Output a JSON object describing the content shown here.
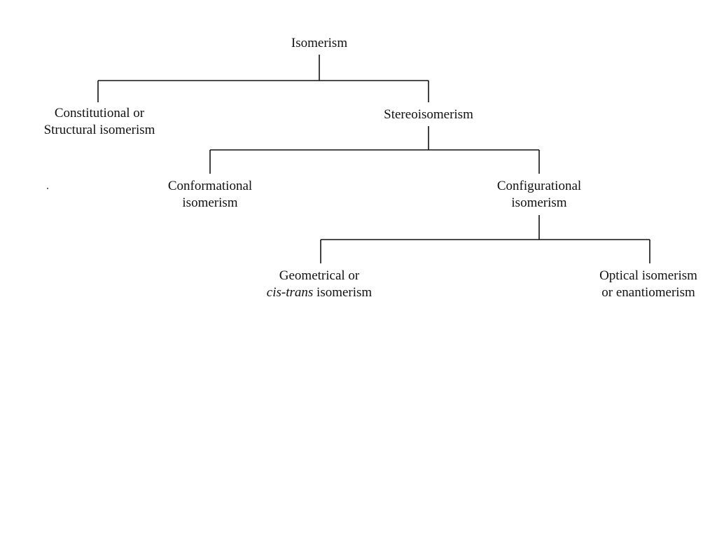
{
  "diagram": {
    "root": {
      "label": "Isomerism"
    },
    "constitutional": {
      "line1": "Constitutional or",
      "line2": "Structural isomerism"
    },
    "stereo": {
      "label": "Stereoisomerism"
    },
    "conformational": {
      "line1": "Conformational",
      "line2": "isomerism"
    },
    "configurational": {
      "line1": "Configurational",
      "line2": "isomerism"
    },
    "geometrical": {
      "line1": "Geometrical or",
      "line2_italic": "cis-trans",
      "line2_rest": " isomerism"
    },
    "optical": {
      "line1": "Optical isomerism",
      "line2": "or enantiomerism"
    }
  },
  "colors": {
    "line": "#111111",
    "text": "#111111",
    "background": "#ffffff"
  }
}
